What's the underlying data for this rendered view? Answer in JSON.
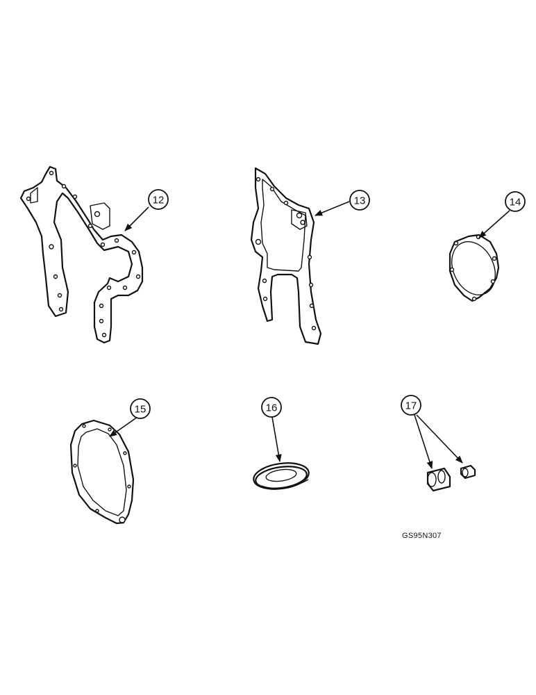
{
  "callouts": [
    {
      "id": "c12",
      "label": "12"
    },
    {
      "id": "c13",
      "label": "13"
    },
    {
      "id": "c14",
      "label": "14"
    },
    {
      "id": "c15",
      "label": "15"
    },
    {
      "id": "c16",
      "label": "16"
    },
    {
      "id": "c17",
      "label": "17"
    }
  ],
  "figure_code": "GS95N307"
}
